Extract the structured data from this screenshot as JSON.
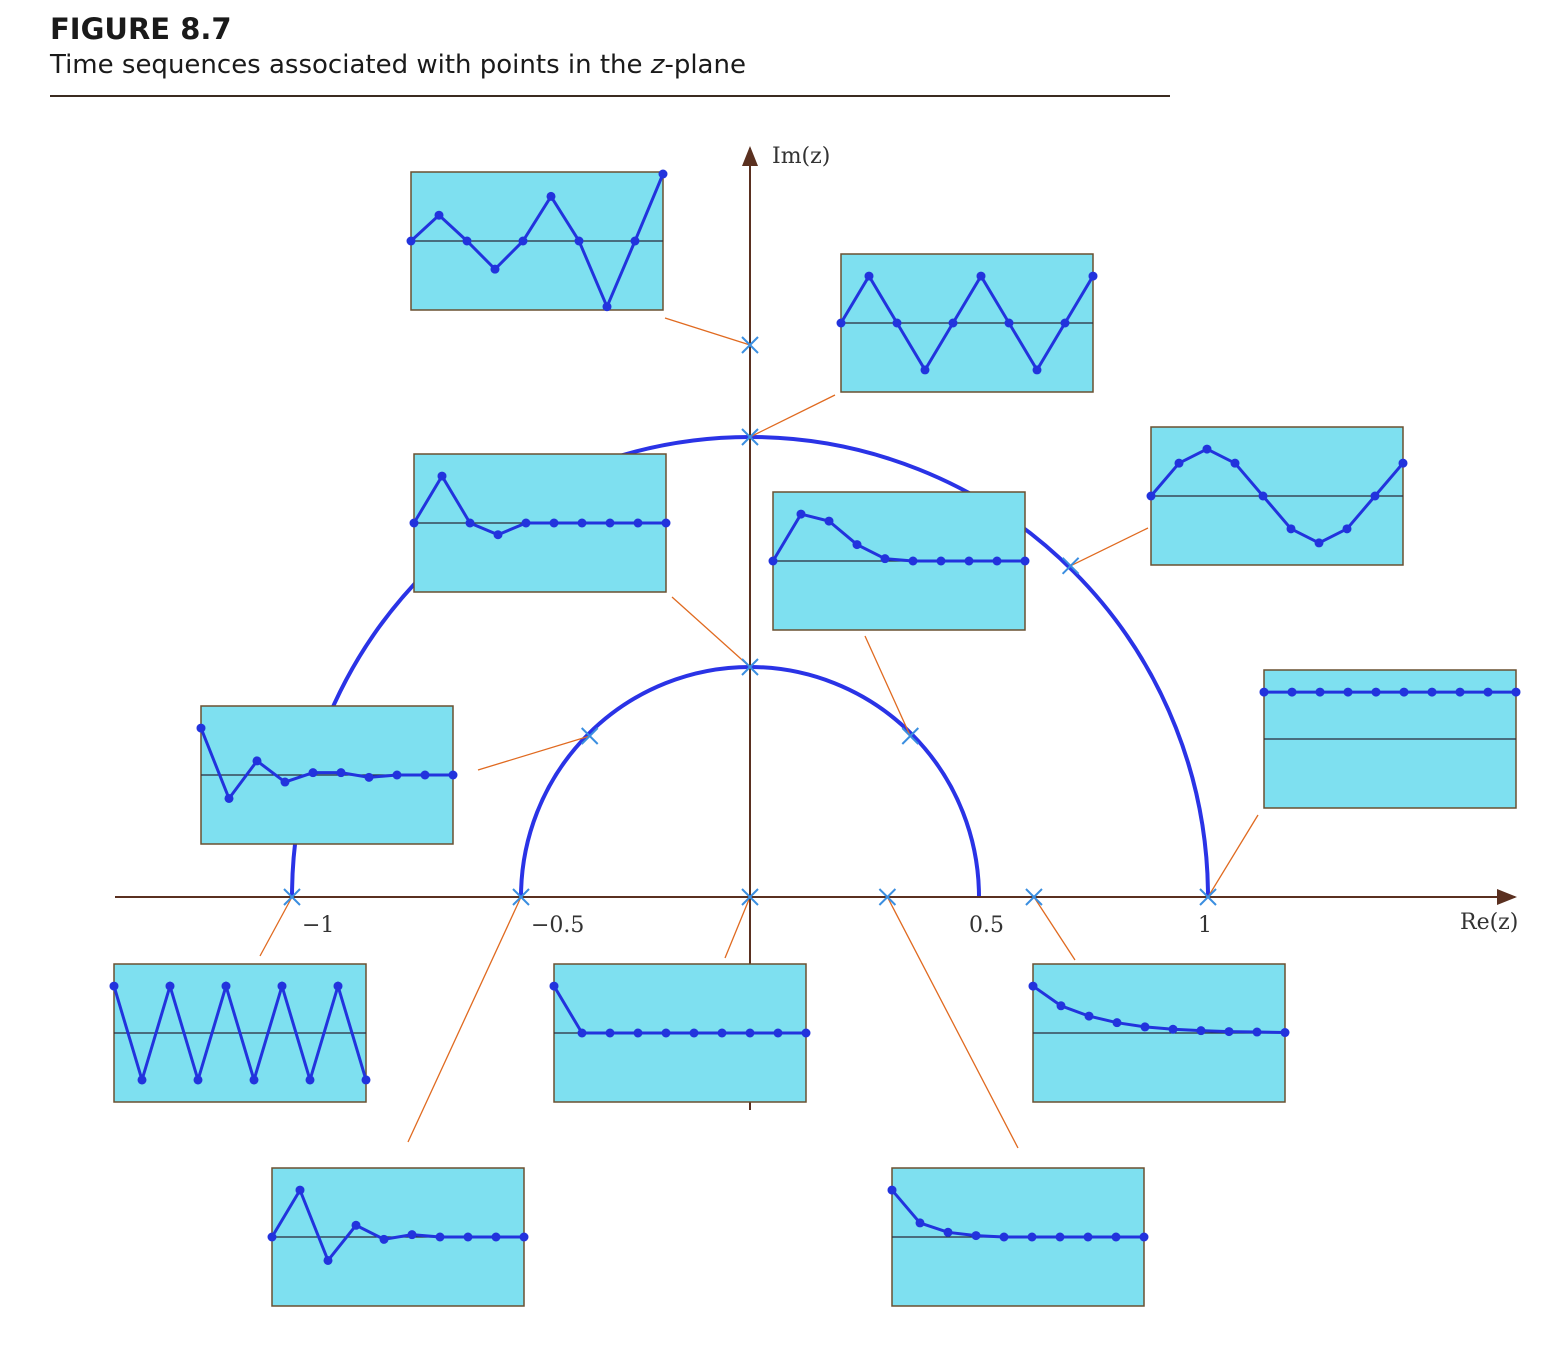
{
  "figure": {
    "label": "FIGURE 8.7",
    "caption_before": "Time sequences associated with points in the ",
    "caption_var": "z",
    "caption_after": "-plane"
  },
  "axes": {
    "x_label": "Re(z)",
    "y_label": "Im(z)",
    "x_ticks": [
      {
        "value": -1,
        "label": "−1"
      },
      {
        "value": -0.5,
        "label": "−0.5"
      },
      {
        "value": 0.5,
        "label": "0.5"
      },
      {
        "value": 1,
        "label": "1"
      }
    ]
  },
  "circles": [
    {
      "name": "circle-radius-0.5",
      "radius": 0.5,
      "from_angle_deg": 0,
      "to_angle_deg": 180
    },
    {
      "name": "circle-radius-1",
      "radius": 1,
      "from_angle_deg": 0,
      "to_angle_deg": 180
    }
  ],
  "poles": [
    {
      "id": "pole-z-1",
      "re": 1,
      "im": 0
    },
    {
      "id": "pole-z-0.62",
      "re": 0.62,
      "im": 0
    },
    {
      "id": "pole-z-0.3",
      "re": 0.3,
      "im": 0
    },
    {
      "id": "pole-z-0",
      "re": 0,
      "im": 0
    },
    {
      "id": "pole-z-neg0.5",
      "re": -0.5,
      "im": 0
    },
    {
      "id": "pole-z-neg1",
      "re": -1,
      "im": 0
    },
    {
      "id": "pole-z-j0.5",
      "re": 0,
      "im": 0.5
    },
    {
      "id": "pole-z-j1",
      "re": 0,
      "im": 1
    },
    {
      "id": "pole-z-j1.2",
      "re": 0,
      "im": 1.2
    },
    {
      "id": "pole-z-0.7ang45",
      "re": 0.7,
      "im": 0.72
    },
    {
      "id": "pole-z-0.5ang45",
      "re": 0.35,
      "im": 0.35
    },
    {
      "id": "pole-z-0.5ang135",
      "re": -0.35,
      "im": 0.35
    }
  ],
  "colors": {
    "inset_fill": "#7ee0f0",
    "inset_border": "#6a5030",
    "sequence": "#2233dd",
    "circle": "#2a33e6",
    "marker": "#3a8ee0",
    "axis": "#5a3020",
    "leader": "#e06a20"
  },
  "sequences": [
    {
      "id": "seq-top-left",
      "pole": "pole-z-j1.2",
      "values": [
        0,
        0.55,
        0,
        -0.6,
        0,
        0.95,
        0,
        -1.4,
        0,
        1.45
      ]
    },
    {
      "id": "seq-top-right",
      "pole": "pole-z-j1",
      "values": [
        0,
        1,
        0,
        -1,
        0,
        1,
        0,
        -1,
        0,
        1
      ]
    },
    {
      "id": "seq-unit-45",
      "pole": "pole-z-0.7ang45",
      "values": [
        0,
        0.7,
        1,
        0.7,
        0,
        -0.7,
        -1,
        -0.7,
        0,
        0.7
      ]
    },
    {
      "id": "seq-const",
      "pole": "pole-z-1",
      "values": [
        1,
        1,
        1,
        1,
        1,
        1,
        1,
        1,
        1,
        1
      ]
    },
    {
      "id": "seq-half-j",
      "pole": "pole-z-j0.5",
      "values": [
        0,
        1,
        0,
        -0.25,
        0,
        0,
        0,
        0,
        0,
        0
      ]
    },
    {
      "id": "seq-half-45",
      "pole": "pole-z-0.5ang45",
      "values": [
        0,
        1,
        0.85,
        0.35,
        0.05,
        0,
        0,
        0,
        0,
        0
      ]
    },
    {
      "id": "seq-half-135",
      "pole": "pole-z-0.5ang135",
      "values": [
        1,
        -0.5,
        0.3,
        -0.15,
        0.05,
        0.05,
        -0.05,
        0,
        0,
        0
      ]
    },
    {
      "id": "seq-neg1",
      "pole": "pole-z-neg1",
      "values": [
        1,
        -1,
        1,
        -1,
        1,
        -1,
        1,
        -1,
        1,
        -1
      ]
    },
    {
      "id": "seq-origin",
      "pole": "pole-z-0",
      "values": [
        1,
        0,
        0,
        0,
        0,
        0,
        0,
        0,
        0,
        0
      ]
    },
    {
      "id": "seq-0.62",
      "pole": "pole-z-0.62",
      "values": [
        1,
        0.58,
        0.36,
        0.22,
        0.13,
        0.08,
        0.05,
        0.03,
        0.02,
        0.01
      ]
    },
    {
      "id": "seq-neg0.5",
      "pole": "pole-z-neg0.5",
      "values": [
        0,
        1,
        -0.5,
        0.25,
        -0.05,
        0.05,
        0,
        0,
        0,
        0
      ]
    },
    {
      "id": "seq-0.3",
      "pole": "pole-z-0.3",
      "values": [
        1,
        0.3,
        0.1,
        0.03,
        0,
        0,
        0,
        0,
        0,
        0
      ]
    }
  ]
}
